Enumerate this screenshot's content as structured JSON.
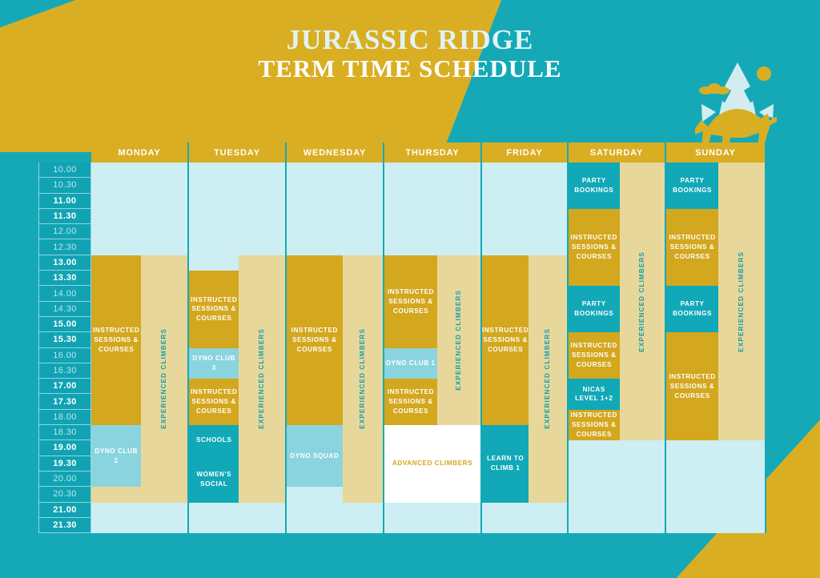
{
  "header": {
    "title_line1": "JURASSIC RIDGE",
    "title_line2": "TERM TIME SCHEDULE",
    "logo_name": "stegosaurus-mountain-logo"
  },
  "colors": {
    "background_teal": "#15a9b8",
    "accent_gold": "#d9ae22",
    "block_gold": "#d3a71e",
    "block_sand": "#e8d79a",
    "block_teal": "#11a8b8",
    "block_lightblue": "#8ad4e0",
    "block_empty": "#cdeef2",
    "block_white": "#ffffff"
  },
  "grid": {
    "days": [
      "MONDAY",
      "TUESDAY",
      "WEDNESDAY",
      "THURSDAY",
      "FRIDAY",
      "SATURDAY",
      "SUNDAY"
    ],
    "times": [
      {
        "label": "10.00",
        "emphasis": "soft"
      },
      {
        "label": "10.30",
        "emphasis": "soft"
      },
      {
        "label": "11.00",
        "emphasis": "strong"
      },
      {
        "label": "11.30",
        "emphasis": "strong"
      },
      {
        "label": "12.00",
        "emphasis": "soft"
      },
      {
        "label": "12.30",
        "emphasis": "soft"
      },
      {
        "label": "13.00",
        "emphasis": "strong"
      },
      {
        "label": "13.30",
        "emphasis": "strong"
      },
      {
        "label": "14.00",
        "emphasis": "soft"
      },
      {
        "label": "14.30",
        "emphasis": "soft"
      },
      {
        "label": "15.00",
        "emphasis": "strong"
      },
      {
        "label": "15.30",
        "emphasis": "strong"
      },
      {
        "label": "16.00",
        "emphasis": "soft"
      },
      {
        "label": "16.30",
        "emphasis": "soft"
      },
      {
        "label": "17.00",
        "emphasis": "strong"
      },
      {
        "label": "17.30",
        "emphasis": "strong"
      },
      {
        "label": "18.00",
        "emphasis": "soft"
      },
      {
        "label": "18.30",
        "emphasis": "soft"
      },
      {
        "label": "19.00",
        "emphasis": "strong"
      },
      {
        "label": "19.30",
        "emphasis": "strong"
      },
      {
        "label": "20.00",
        "emphasis": "soft"
      },
      {
        "label": "20.30",
        "emphasis": "soft"
      },
      {
        "label": "21.00",
        "emphasis": "strong"
      },
      {
        "label": "21.30",
        "emphasis": "strong"
      }
    ],
    "columns": [
      {
        "day": "MONDAY",
        "lanes": [
          {
            "width_pct": 52,
            "blocks": [
              {
                "label": "",
                "style": "empty",
                "start": "10.00",
                "end": "13.00"
              },
              {
                "label": "INSTRUCTED SESSIONS & COURSES",
                "style": "gold",
                "start": "13.00",
                "end": "18.30"
              },
              {
                "label": "DYNO CLUB 2",
                "style": "lightblue",
                "start": "18.30",
                "end": "20.30"
              },
              {
                "label": "",
                "style": "sand",
                "start": "20.30",
                "end": "21.00"
              },
              {
                "label": "",
                "style": "empty",
                "start": "21.00",
                "end": "22.00"
              }
            ]
          },
          {
            "width_pct": 48,
            "blocks": [
              {
                "label": "",
                "style": "empty",
                "start": "10.00",
                "end": "13.00"
              },
              {
                "label": "EXPERIENCED CLIMBERS",
                "style": "sand",
                "start": "13.00",
                "end": "21.00",
                "vertical": true
              },
              {
                "label": "",
                "style": "empty",
                "start": "21.00",
                "end": "22.00"
              }
            ]
          }
        ]
      },
      {
        "day": "TUESDAY",
        "lanes": [
          {
            "width_pct": 52,
            "blocks": [
              {
                "label": "",
                "style": "empty",
                "start": "10.00",
                "end": "13.30"
              },
              {
                "label": "INSTRUCTED SESSIONS & COURSES",
                "style": "gold",
                "start": "13.30",
                "end": "16.00"
              },
              {
                "label": "DYNO CLUB 3",
                "style": "lightblue",
                "start": "16.00",
                "end": "17.00"
              },
              {
                "label": "INSTRUCTED SESSIONS & COURSES",
                "style": "gold",
                "start": "17.00",
                "end": "18.30"
              },
              {
                "label": "SCHOOLS",
                "style": "teal",
                "start": "18.30",
                "end": "19.30"
              },
              {
                "label": "WOMEN'S SOCIAL",
                "style": "teal",
                "start": "19.30",
                "end": "21.00"
              },
              {
                "label": "",
                "style": "empty",
                "start": "21.00",
                "end": "22.00"
              }
            ]
          },
          {
            "width_pct": 48,
            "blocks": [
              {
                "label": "",
                "style": "empty",
                "start": "10.00",
                "end": "13.00"
              },
              {
                "label": "EXPERIENCED CLIMBERS",
                "style": "sand",
                "start": "13.00",
                "end": "21.00",
                "vertical": true
              },
              {
                "label": "",
                "style": "empty",
                "start": "21.00",
                "end": "22.00"
              }
            ]
          }
        ]
      },
      {
        "day": "WEDNESDAY",
        "lanes": [
          {
            "width_pct": 58,
            "blocks": [
              {
                "label": "",
                "style": "empty",
                "start": "10.00",
                "end": "13.00"
              },
              {
                "label": "INSTRUCTED SESSIONS & COURSES",
                "style": "gold",
                "start": "13.00",
                "end": "18.30"
              },
              {
                "label": "DYNO SQUAD",
                "style": "lightblue",
                "start": "18.30",
                "end": "20.30"
              },
              {
                "label": "",
                "style": "empty",
                "start": "20.30",
                "end": "22.00"
              }
            ]
          },
          {
            "width_pct": 42,
            "blocks": [
              {
                "label": "",
                "style": "empty",
                "start": "10.00",
                "end": "13.00"
              },
              {
                "label": "EXPERIENCED CLIMBERS",
                "style": "sand",
                "start": "13.00",
                "end": "21.00",
                "vertical": true
              },
              {
                "label": "",
                "style": "empty",
                "start": "21.00",
                "end": "22.00"
              }
            ]
          }
        ]
      },
      {
        "day": "THURSDAY",
        "lanes": [
          {
            "width_pct": 55,
            "blocks": [
              {
                "label": "",
                "style": "empty",
                "start": "10.00",
                "end": "13.00"
              },
              {
                "label": "INSTRUCTED SESSIONS & COURSES",
                "style": "gold",
                "start": "13.00",
                "end": "16.00"
              },
              {
                "label": "DYNO CLUB 1",
                "style": "lightblue",
                "start": "16.00",
                "end": "17.00"
              },
              {
                "label": "INSTRUCTED SESSIONS & COURSES",
                "style": "gold",
                "start": "17.00",
                "end": "18.30"
              }
            ]
          },
          {
            "width_pct": 45,
            "blocks": [
              {
                "label": "",
                "style": "empty",
                "start": "10.00",
                "end": "13.00"
              },
              {
                "label": "EXPERIENCED CLIMBERS",
                "style": "sand",
                "start": "13.00",
                "end": "18.30",
                "vertical": true
              }
            ]
          },
          {
            "width_pct": 100,
            "overlay": true,
            "blocks": [
              {
                "label": "ADVANCED CLIMBERS",
                "style": "white",
                "start": "18.30",
                "end": "21.00"
              },
              {
                "label": "",
                "style": "empty",
                "start": "21.00",
                "end": "22.00"
              }
            ]
          }
        ]
      },
      {
        "day": "FRIDAY",
        "lanes": [
          {
            "width_pct": 55,
            "blocks": [
              {
                "label": "",
                "style": "empty",
                "start": "10.00",
                "end": "13.00"
              },
              {
                "label": "INSTRUCTED SESSIONS & COURSES",
                "style": "gold",
                "start": "13.00",
                "end": "18.30"
              },
              {
                "label": "LEARN TO CLIMB 1",
                "style": "teal",
                "start": "18.30",
                "end": "21.00"
              },
              {
                "label": "",
                "style": "empty",
                "start": "21.00",
                "end": "22.00"
              }
            ]
          },
          {
            "width_pct": 45,
            "blocks": [
              {
                "label": "",
                "style": "empty",
                "start": "10.00",
                "end": "13.00"
              },
              {
                "label": "EXPERIENCED CLIMBERS",
                "style": "sand",
                "start": "13.00",
                "end": "21.00",
                "vertical": true
              },
              {
                "label": "",
                "style": "empty",
                "start": "21.00",
                "end": "22.00"
              }
            ]
          }
        ]
      },
      {
        "day": "SATURDAY",
        "lanes": [
          {
            "width_pct": 53,
            "blocks": [
              {
                "label": "PARTY BOOKINGS",
                "style": "teal",
                "start": "10.00",
                "end": "11.30"
              },
              {
                "label": "INSTRUCTED SESSIONS & COURSES",
                "style": "gold",
                "start": "11.30",
                "end": "14.00"
              },
              {
                "label": "PARTY BOOKINGS",
                "style": "teal",
                "start": "14.00",
                "end": "15.30"
              },
              {
                "label": "INSTRUCTED SESSIONS & COURSES",
                "style": "gold",
                "start": "15.30",
                "end": "17.00"
              },
              {
                "label": "NICAS LEVEL 1+2",
                "style": "teal",
                "start": "17.00",
                "end": "18.00"
              },
              {
                "label": "INSTRUCTED SESSIONS & COURSES",
                "style": "gold",
                "start": "18.00",
                "end": "19.00"
              },
              {
                "label": "",
                "style": "empty",
                "start": "19.00",
                "end": "22.00"
              }
            ]
          },
          {
            "width_pct": 47,
            "blocks": [
              {
                "label": "EXPERIENCED CLIMBERS",
                "style": "sand",
                "start": "10.00",
                "end": "19.00",
                "vertical": true
              },
              {
                "label": "",
                "style": "empty",
                "start": "19.00",
                "end": "22.00"
              }
            ]
          }
        ]
      },
      {
        "day": "SUNDAY",
        "lanes": [
          {
            "width_pct": 53,
            "blocks": [
              {
                "label": "PARTY BOOKINGS",
                "style": "teal",
                "start": "10.00",
                "end": "11.30"
              },
              {
                "label": "INSTRUCTED SESSIONS & COURSES",
                "style": "gold",
                "start": "11.30",
                "end": "14.00"
              },
              {
                "label": "PARTY BOOKINGS",
                "style": "teal",
                "start": "14.00",
                "end": "15.30"
              },
              {
                "label": "INSTRUCTED SESSIONS & COURSES",
                "style": "gold",
                "start": "15.30",
                "end": "19.00"
              },
              {
                "label": "",
                "style": "empty",
                "start": "19.00",
                "end": "22.00"
              }
            ]
          },
          {
            "width_pct": 47,
            "blocks": [
              {
                "label": "EXPERIENCED CLIMBERS",
                "style": "sand",
                "start": "10.00",
                "end": "19.00",
                "vertical": true
              },
              {
                "label": "",
                "style": "empty",
                "start": "19.00",
                "end": "22.00"
              }
            ]
          }
        ]
      }
    ]
  }
}
